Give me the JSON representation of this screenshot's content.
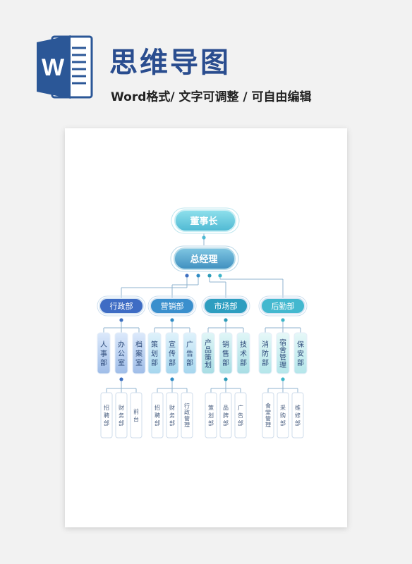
{
  "header": {
    "title": "思维导图",
    "subtitle": "Word格式/ 文字可调整 / 可自由编辑",
    "icon": "word-icon",
    "icon_letter": "W"
  },
  "colors": {
    "title": "#2a4d8f",
    "word_blue": "#2b5797",
    "line": "#8fb3cf",
    "dark_dot": "#1f4e8f",
    "dept": [
      "#3d6fc0",
      "#2f8bc4",
      "#2c9bb8",
      "#3eb5c9"
    ]
  },
  "chart_data": {
    "type": "org-chart",
    "root": "董事长",
    "manager": "总经理",
    "departments": [
      {
        "name": "行政部",
        "subs": [
          "人事部",
          "办公室",
          "档案室"
        ],
        "expand": 1,
        "leaves": [
          "招聘部",
          "财务部",
          "前台"
        ]
      },
      {
        "name": "营销部",
        "subs": [
          "策划部",
          "宣传部",
          "广告部"
        ],
        "expand": 1,
        "leaves": [
          "招聘部",
          "财务部",
          "行政管理"
        ]
      },
      {
        "name": "市场部",
        "subs": [
          "产品策划",
          "销售部",
          "技术部"
        ],
        "expand": 1,
        "leaves": [
          "策划部",
          "品牌部",
          "广告部"
        ]
      },
      {
        "name": "后勤部",
        "subs": [
          "消防部",
          "宿舍管理",
          "保安部"
        ],
        "expand": 1,
        "leaves": [
          "食堂管理",
          "采购部",
          "维修部"
        ]
      }
    ]
  }
}
